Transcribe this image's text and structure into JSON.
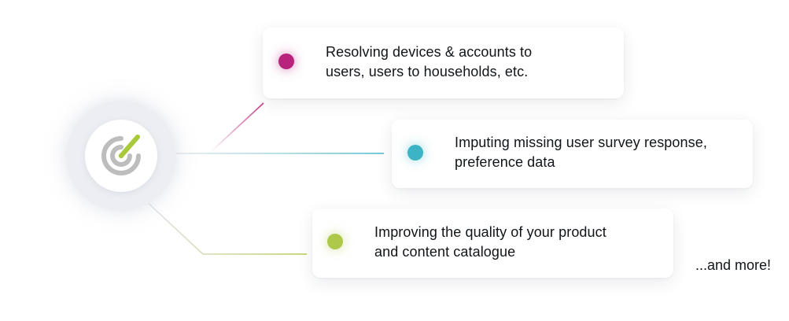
{
  "hub": {
    "icon": "target-radar-icon"
  },
  "items": [
    {
      "line1": "Resolving devices & accounts to",
      "line2": "users, users to households, etc.",
      "color": "#b8237c"
    },
    {
      "line1": "Imputing missing user survey response,",
      "line2": "preference data",
      "color": "#3db4c6"
    },
    {
      "line1": "Improving the quality of your product",
      "line2": "and content catalogue",
      "color": "#aec94a"
    }
  ],
  "more_text": "...and more!"
}
